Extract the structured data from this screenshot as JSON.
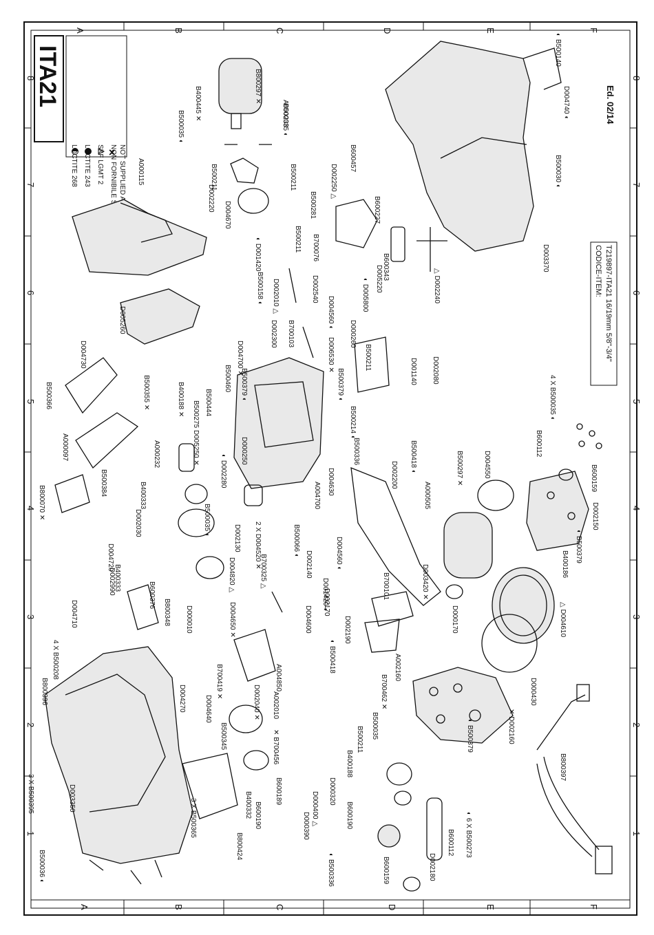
{
  "sheet": {
    "model": "ITA21",
    "edition": "Ed. 02/14",
    "code_label": "CODICE-ITEM:",
    "code_value": "T219897-ITA21 16/19mm 5/8\"-3/4\""
  },
  "legend": [
    {
      "symbol": "half-circle-light",
      "text": "LOCTITE 268"
    },
    {
      "symbol": "half-circle-dark",
      "text": "LOCTITE 243"
    },
    {
      "symbol": "triangle",
      "text": "SKF LGMT 2"
    },
    {
      "symbol": "cross",
      "text": "NON FORNIBILE SINGOLARMENTE"
    },
    {
      "symbol": "",
      "text": "NOT SUPPLIED ALONE"
    }
  ],
  "zones": {
    "rows": [
      "A",
      "B",
      "C",
      "D",
      "E",
      "F"
    ],
    "columns": [
      "1",
      "2",
      "3",
      "4",
      "5",
      "6",
      "7",
      "8"
    ]
  },
  "callouts": [
    {
      "t": "B800297 ✕"
    },
    {
      "t": "A000238"
    },
    {
      "t": "B400445 ✕"
    },
    {
      "t": "B500035 ◐"
    },
    {
      "t": "B500035 ◐"
    },
    {
      "t": "B500211"
    },
    {
      "t": "B500211"
    },
    {
      "t": "D002220"
    },
    {
      "t": "D004670"
    },
    {
      "t": "B500211"
    },
    {
      "t": "◐ D001420"
    },
    {
      "t": "A000115"
    },
    {
      "t": "B600457"
    },
    {
      "t": "D002250 △"
    },
    {
      "t": "B500281"
    },
    {
      "t": "B600227"
    },
    {
      "t": "D005220"
    },
    {
      "t": "B700076"
    },
    {
      "t": "B600343"
    },
    {
      "t": "△ D002240"
    },
    {
      "t": "D003370"
    },
    {
      "t": "B500030 ◐"
    },
    {
      "t": "D004740 ◐"
    },
    {
      "t": "◐ B500140"
    },
    {
      "t": "B500158 ◐"
    },
    {
      "t": "D002010 △"
    },
    {
      "t": "D002540"
    },
    {
      "t": "D004560 ◐"
    },
    {
      "t": "◐ D005800"
    },
    {
      "t": "D005260"
    },
    {
      "t": "D004730"
    },
    {
      "t": "B700103"
    },
    {
      "t": "D002300"
    },
    {
      "t": "D000260"
    },
    {
      "t": "D004700 ✕"
    },
    {
      "t": "D006530 ✕"
    },
    {
      "t": "B500366"
    },
    {
      "t": "B500355 ✕"
    },
    {
      "t": "B400188 ✕"
    },
    {
      "t": "B500460"
    },
    {
      "t": "B500379 ◐"
    },
    {
      "t": "B500379 ◐"
    },
    {
      "t": "B500211"
    },
    {
      "t": "D001140"
    },
    {
      "t": "D002080"
    },
    {
      "t": "A000097"
    },
    {
      "t": "B500384"
    },
    {
      "t": "A000232"
    },
    {
      "t": "B500275"
    },
    {
      "t": "B500444"
    },
    {
      "t": "D005250 ✕"
    },
    {
      "t": "◐ D002280"
    },
    {
      "t": "D000250"
    },
    {
      "t": "B500214 ◐"
    },
    {
      "t": "B500336"
    },
    {
      "t": "D004630"
    },
    {
      "t": "B800070 ✕"
    },
    {
      "t": "B400333"
    },
    {
      "t": "B500035 ◐"
    },
    {
      "t": "D002030"
    },
    {
      "t": "D002130"
    },
    {
      "t": "2 X D004520 ✕"
    },
    {
      "t": "B500066 ◐"
    },
    {
      "t": "D002140"
    },
    {
      "t": "A004700"
    },
    {
      "t": "D002200"
    },
    {
      "t": "B500418 ◐"
    },
    {
      "t": "B500297 ✕"
    },
    {
      "t": "A000505"
    },
    {
      "t": "D004550"
    },
    {
      "t": "B600112"
    },
    {
      "t": "4 X B500035 ◐"
    },
    {
      "t": "B600159"
    },
    {
      "t": "D004560 ◐"
    },
    {
      "t": "D002150"
    },
    {
      "t": "◐ B500379"
    },
    {
      "t": "B400333"
    },
    {
      "t": "D004720"
    },
    {
      "t": "B600376"
    },
    {
      "t": "D004820 △"
    },
    {
      "t": "B700325 △"
    },
    {
      "t": "D001420 ◐"
    },
    {
      "t": "B700101"
    },
    {
      "t": "D003420 ✕"
    },
    {
      "t": "B400186"
    },
    {
      "t": "△ D004610"
    },
    {
      "t": "D002990"
    },
    {
      "t": "D004710"
    },
    {
      "t": "B800348"
    },
    {
      "t": "D000010"
    },
    {
      "t": "D004650 ✕"
    },
    {
      "t": "D004600"
    },
    {
      "t": "D002170"
    },
    {
      "t": "D002190"
    },
    {
      "t": "D000170"
    },
    {
      "t": "4 X B500208"
    },
    {
      "t": "B800396"
    },
    {
      "t": "D004270"
    },
    {
      "t": "D004640"
    },
    {
      "t": "B700419 ✕"
    },
    {
      "t": "A004850"
    },
    {
      "t": "◐ B500418"
    },
    {
      "t": "A002160"
    },
    {
      "t": "B700462 ✕"
    },
    {
      "t": "D000430"
    },
    {
      "t": "D002040 ✕"
    },
    {
      "t": "A002010"
    },
    {
      "t": "B500345"
    },
    {
      "t": "B500211"
    },
    {
      "t": "B500035"
    },
    {
      "t": "◐ B500379"
    },
    {
      "t": "✕ D002160"
    },
    {
      "t": "3 X B500395"
    },
    {
      "t": "D003350"
    },
    {
      "t": "✕ B700456"
    },
    {
      "t": "B400332"
    },
    {
      "t": "B600189"
    },
    {
      "t": "B600190"
    },
    {
      "t": "B400188"
    },
    {
      "t": "D000320"
    },
    {
      "t": "B600190"
    },
    {
      "t": "B500036 ◐"
    },
    {
      "t": "3 X B500365"
    },
    {
      "t": "B800424"
    },
    {
      "t": "D000390"
    },
    {
      "t": "D000400 △"
    },
    {
      "t": "◐ B500336"
    },
    {
      "t": "B600159"
    },
    {
      "t": "D002180"
    },
    {
      "t": "B600112"
    },
    {
      "t": "◐ 6 X B500273"
    },
    {
      "t": "B800397"
    }
  ]
}
